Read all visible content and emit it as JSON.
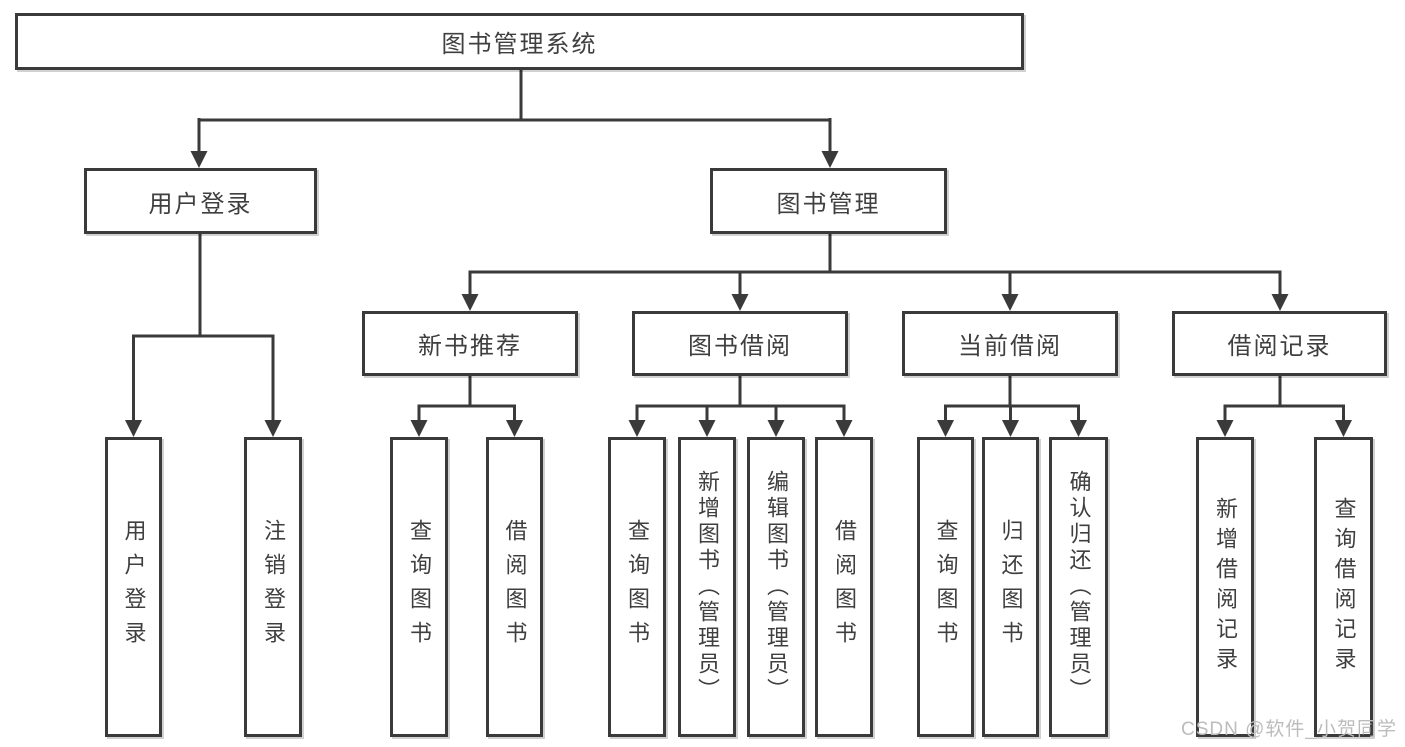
{
  "tree": {
    "root": {
      "label": "图书管理系统"
    },
    "level2": [
      {
        "label": "用户登录"
      },
      {
        "label": "图书管理"
      }
    ],
    "level3": [
      {
        "label": "新书推荐"
      },
      {
        "label": "图书借阅"
      },
      {
        "label": "当前借阅"
      },
      {
        "label": "借阅记录"
      }
    ],
    "leaves": {
      "user_login": [
        "用户登录",
        "注销登录"
      ],
      "new_books": [
        "查询图书",
        "借阅图书"
      ],
      "book_borrow": [
        "查询图书",
        "新增图书（管理员）",
        "编辑图书（管理员）",
        "借阅图书"
      ],
      "current_borrow": [
        "查询图书",
        "归还图书",
        "确认归还（管理员）"
      ],
      "borrow_records": [
        "新增借阅记录",
        "查询借阅记录"
      ]
    }
  },
  "watermark": "CSDN @软件_小贺同学",
  "colors": {
    "line": "#3a3a3a",
    "text": "#3f3f3f",
    "box_fill": "#ffffff",
    "background": "#ffffff",
    "watermark": "#bcbcbc"
  }
}
